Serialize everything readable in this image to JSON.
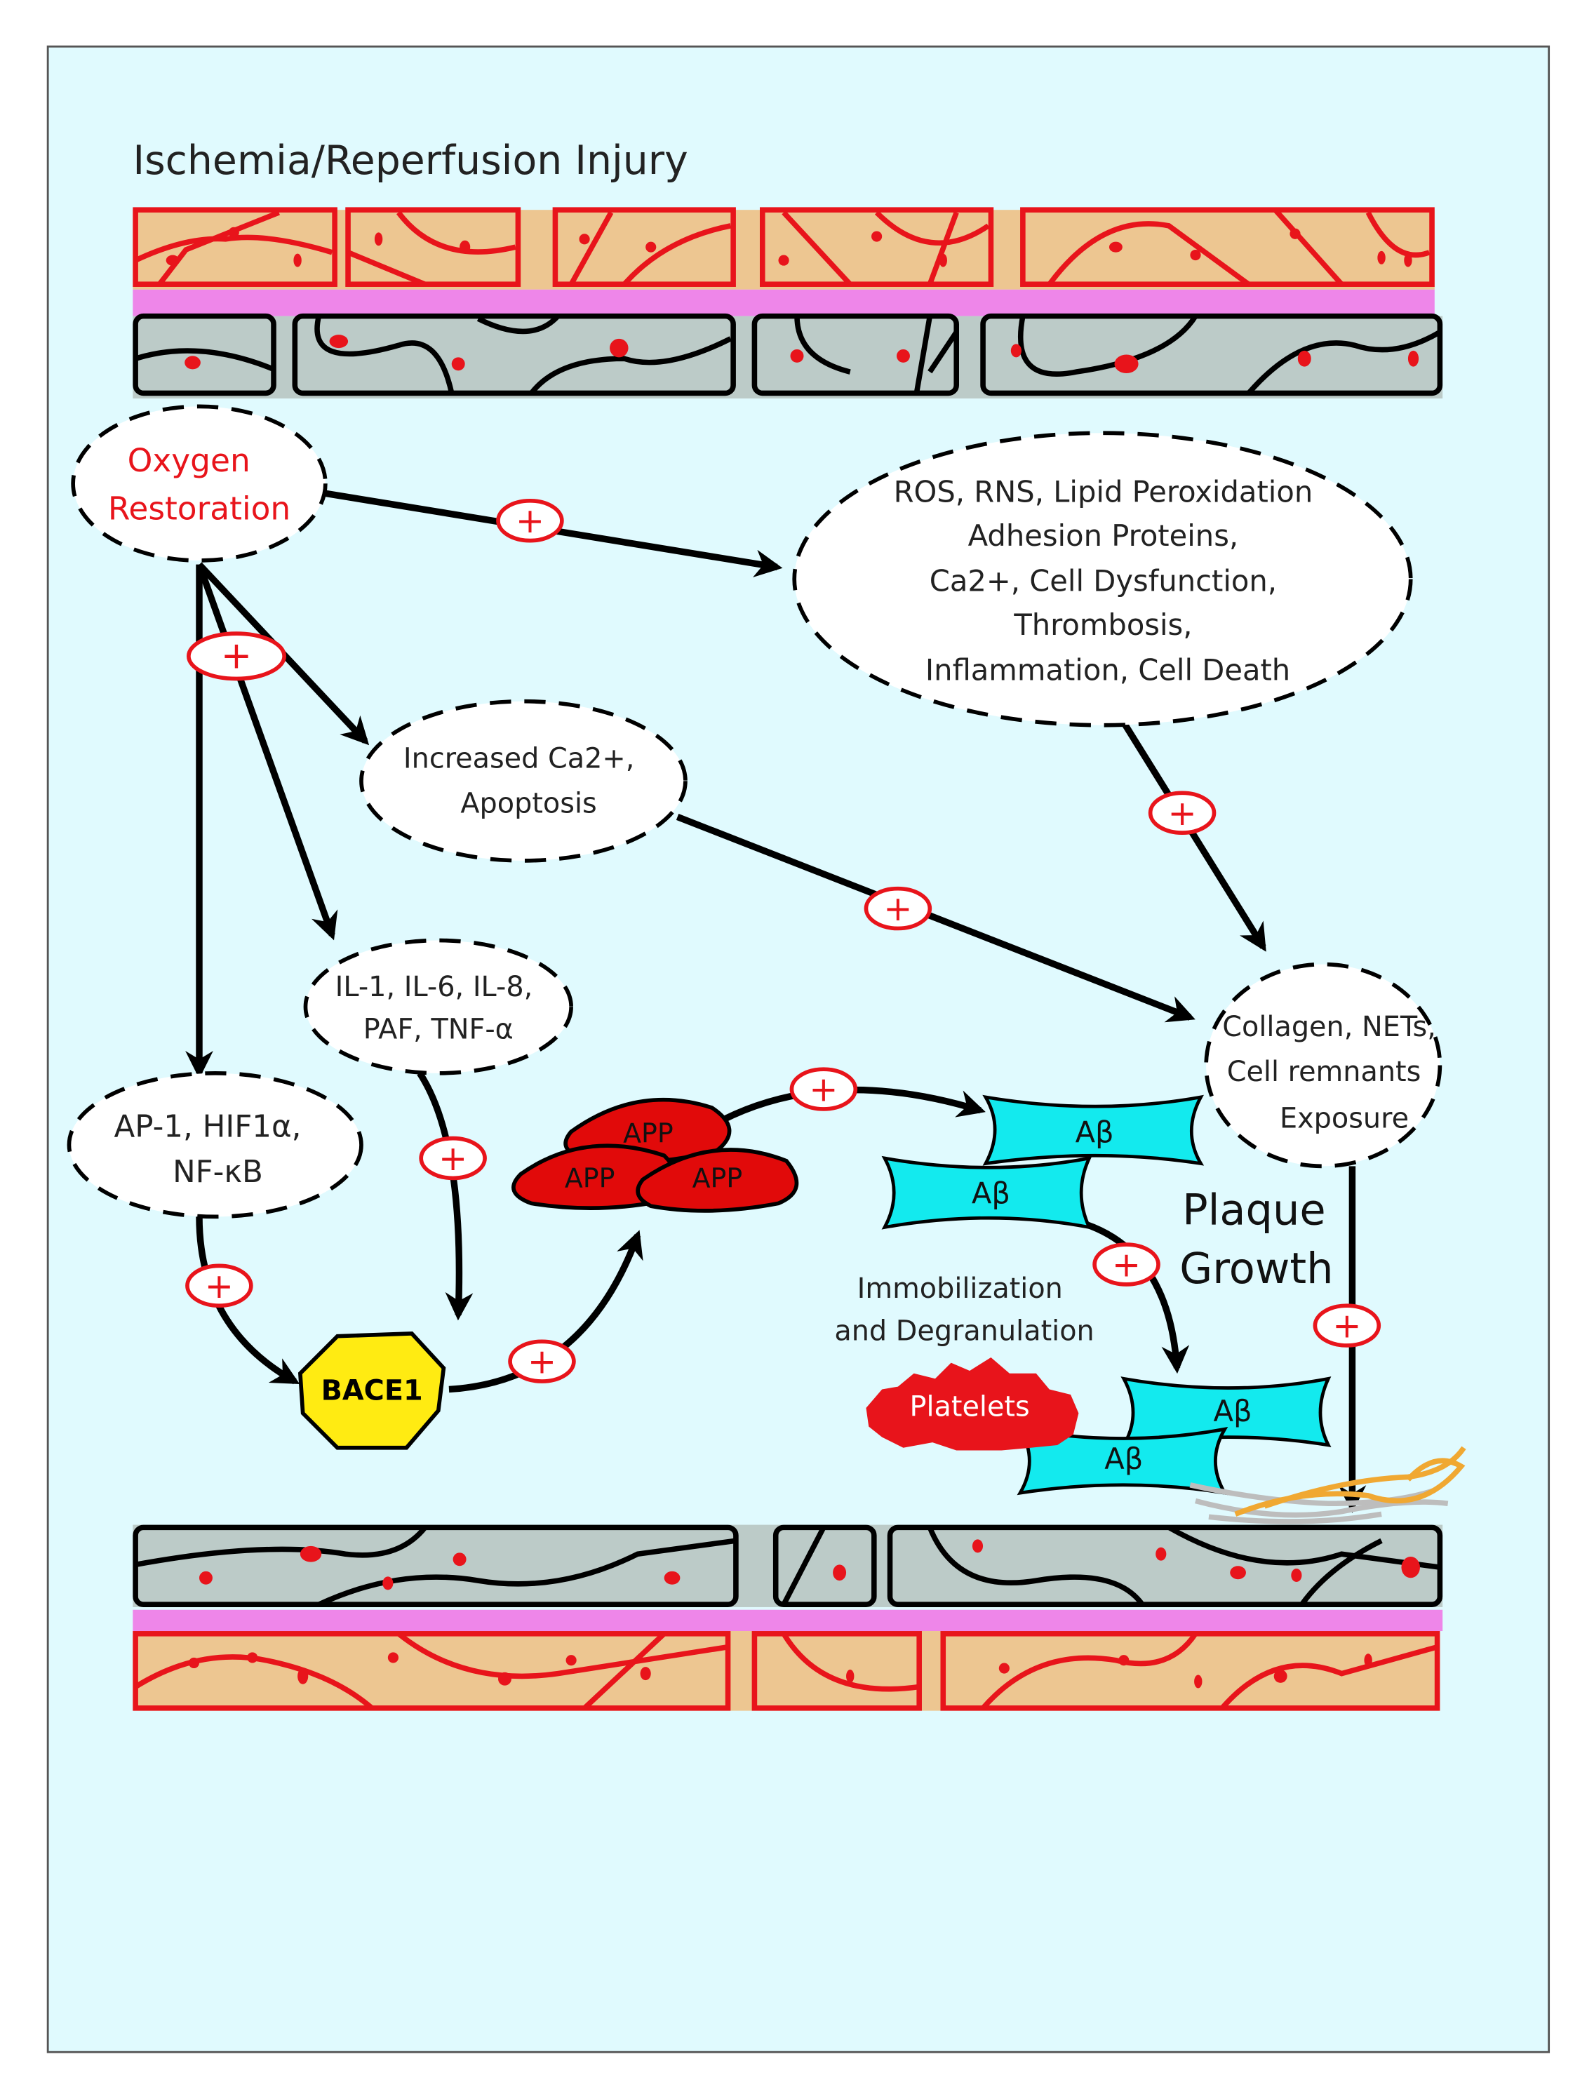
{
  "title": "Ischemia/Reperfusion Injury",
  "nodes": {
    "oxygen": [
      "Oxygen",
      "Restoration"
    ],
    "ros": [
      "ROS, RNS, Lipid Peroxidation",
      "Adhesion Proteins,",
      "Ca2+, Cell Dysfunction,",
      "Thrombosis,",
      "Inflammation, Cell Death"
    ],
    "calcium": [
      "Increased Ca2+,",
      "Apoptosis"
    ],
    "cytokines": [
      "IL-1, IL-6, IL-8,",
      "PAF, TNF-α"
    ],
    "ap1": [
      "AP-1, HIF1α,",
      "NF-κB"
    ],
    "collagen": [
      "Collagen, NETs,",
      "Cell remnants",
      "Exposure"
    ],
    "bace1": "BACE1",
    "app": "APP",
    "abeta": "Aβ",
    "platelets": "Platelets"
  },
  "labels": {
    "plaque": [
      "Plaque",
      "Growth"
    ],
    "immobilization": [
      "Immobilization",
      "and Degranulation"
    ],
    "plus": "+"
  },
  "colors": {
    "background": "#e0fafe",
    "text_red": "#e8141b",
    "node_fill": "#ffffff",
    "smooth_muscle": "#edc691",
    "membrane": "#ee86e9",
    "endothelium": "#bccbc8",
    "abeta": "#13eaee",
    "app": "#e10a0a",
    "bace1": "#ffeb12",
    "fiber_orange": "#f0a832",
    "fiber_gray": "#bdbdbd"
  }
}
